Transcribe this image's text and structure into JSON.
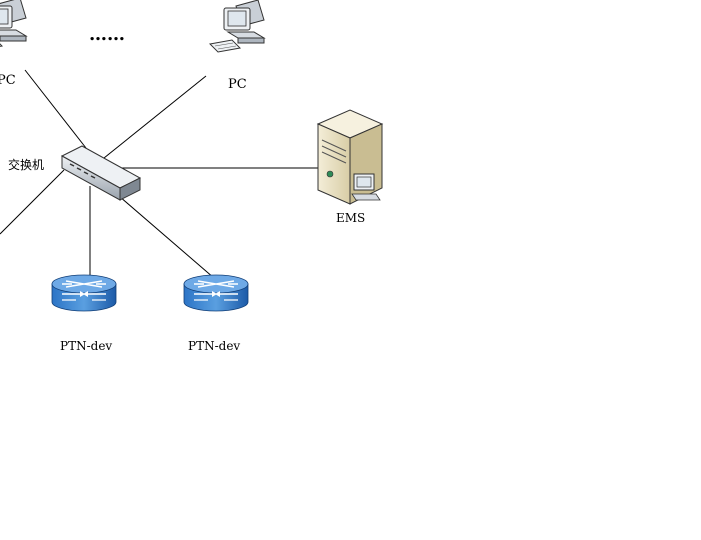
{
  "labels": {
    "pc_left": "PC",
    "pc_right": "PC",
    "ellipsis": "……",
    "switch": "交换机",
    "ems": "EMS",
    "ptn_1": "PTN-dev",
    "ptn_2": "PTN-dev"
  },
  "colors": {
    "router_top": "#4a8fd6",
    "router_body": "#1f63b5",
    "server_body": "#ece3c4",
    "pc_screen": "#dfe7ee"
  }
}
